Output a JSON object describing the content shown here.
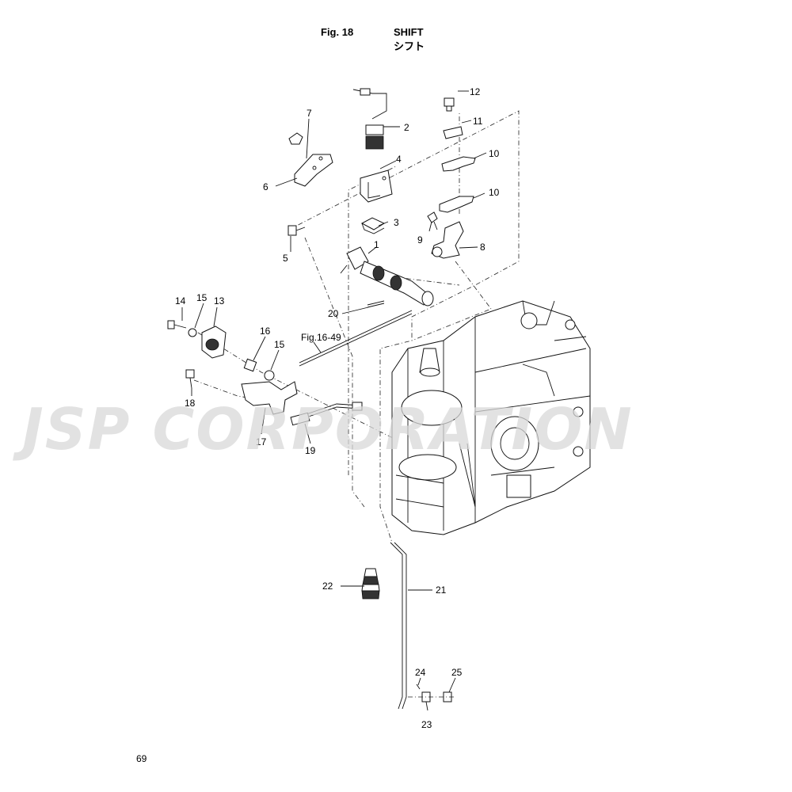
{
  "header": {
    "figure_number": "Fig. 18",
    "title": "SHIFT",
    "title_jp": "シフト"
  },
  "footer": {
    "page_number": "69"
  },
  "watermark": {
    "text": "JSP CORPORATION"
  },
  "reference": {
    "label": "Fig.16-49"
  },
  "callouts": {
    "c1": "1",
    "c2": "2",
    "c3": "3",
    "c4": "4",
    "c5": "5",
    "c6": "6",
    "c7": "7",
    "c8": "8",
    "c9": "9",
    "c10a": "10",
    "c10b": "10",
    "c11": "11",
    "c12": "12",
    "c13": "13",
    "c14": "14",
    "c15a": "15",
    "c15b": "15",
    "c16": "16",
    "c17": "17",
    "c18": "18",
    "c19": "19",
    "c20": "20",
    "c21": "21",
    "c22": "22",
    "c23": "23",
    "c24": "24",
    "c25": "25"
  },
  "colors": {
    "line": "#111111",
    "watermark": "#d9d9d9"
  }
}
